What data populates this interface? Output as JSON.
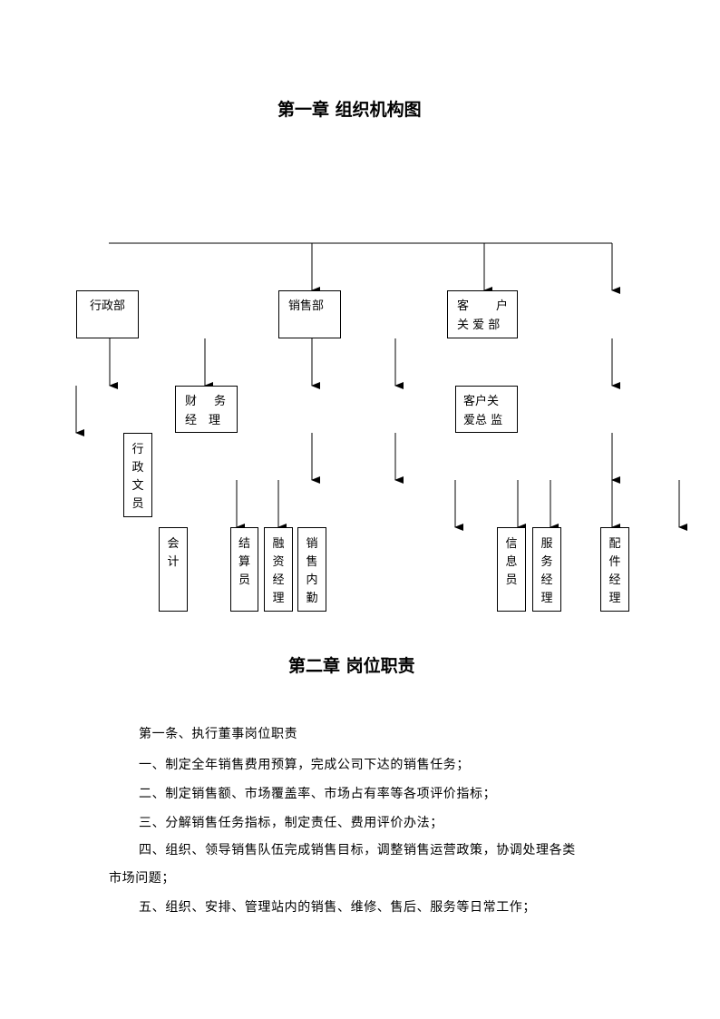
{
  "chapter1": {
    "title": "第一章 组织机构图"
  },
  "org": {
    "admin_dept": "行政部",
    "sales_dept": "销售部",
    "customer_care_dept": [
      "客",
      "户",
      "关 爱 部"
    ],
    "finance_manager": [
      "财",
      "务",
      "经",
      "理"
    ],
    "customer_care_director": [
      "客户关",
      "爱总 监"
    ],
    "admin_clerk": [
      "行",
      "政",
      "文",
      "员"
    ],
    "accountant": [
      "会",
      "计"
    ],
    "settlement_clerk": [
      "结",
      "算",
      "员"
    ],
    "finance_manager_2": [
      "融",
      "资",
      "经",
      "理"
    ],
    "sales_internal": [
      "销",
      "售",
      "内",
      "勤"
    ],
    "info_clerk": [
      "信",
      "息",
      "员"
    ],
    "service_manager": [
      "服",
      "务",
      "经",
      "理"
    ],
    "parts_manager": [
      "配",
      "件",
      "经",
      "理"
    ]
  },
  "chapter2": {
    "title": "第二章 岗位职责"
  },
  "text": {
    "p1": "第一条、执行董事岗位职责",
    "p2": "一、制定全年销售费用预算，完成公司下达的销售任务；",
    "p3": "二、制定销售额、市场覆盖率、市场占有率等各项评价指标；",
    "p4": "三、分解销售任务指标，制定责任、费用评价办法；",
    "p5a": "四、组织、领导销售队伍完成销售目标，调整销售运营政策，协调处理各类",
    "p5b": "市场问题；",
    "p6": "五、组织、安排、管理站内的销售、维修、售后、服务等日常工作；"
  }
}
